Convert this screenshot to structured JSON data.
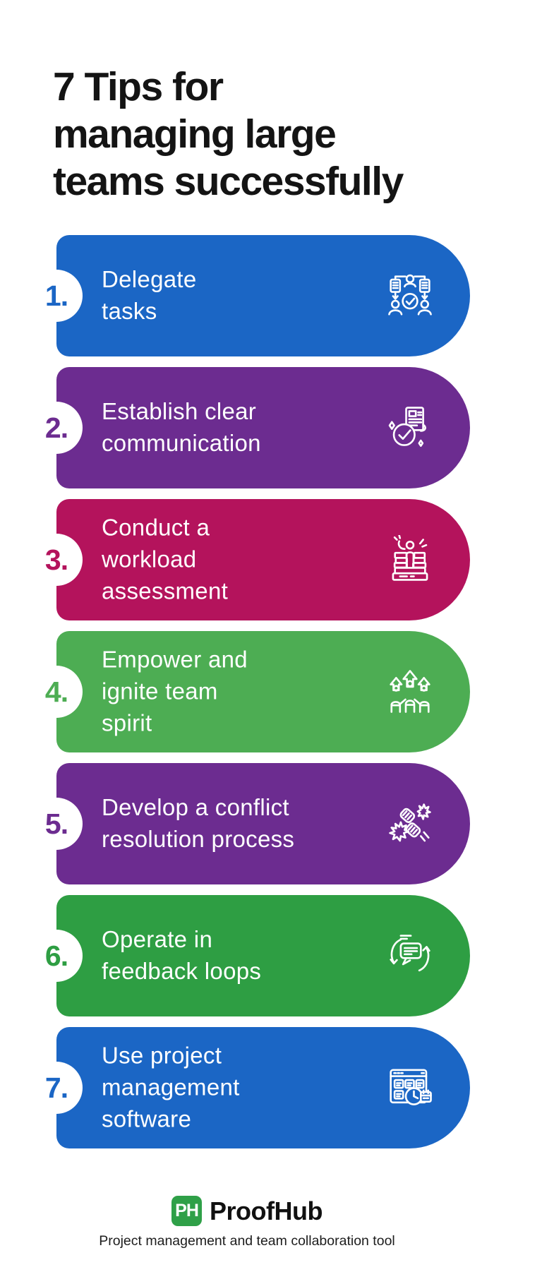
{
  "page": {
    "title": "7 Tips for\nmanaging large\nteams successfully"
  },
  "tips": [
    {
      "number": "1.",
      "label": "Delegate\ntasks",
      "color": "#1B66C5",
      "icon": "delegation-check-icon"
    },
    {
      "number": "2.",
      "label": "Establish clear\ncommunication",
      "color": "#6C2C90",
      "icon": "document-check-icon"
    },
    {
      "number": "3.",
      "label": "Conduct a\nworkload\nassessment",
      "color": "#B4135C",
      "icon": "workload-stack-icon"
    },
    {
      "number": "4.",
      "label": "Empower and\nignite team\nspirit",
      "color": "#4DAD53",
      "icon": "team-spirit-icon"
    },
    {
      "number": "5.",
      "label": "Develop a conflict\nresolution process",
      "color": "#6C2C90",
      "icon": "conflict-fists-icon"
    },
    {
      "number": "6.",
      "label": "Operate in\nfeedback loops",
      "color": "#2E9E43",
      "icon": "feedback-loop-icon"
    },
    {
      "number": "7.",
      "label": "Use project\nmanagement\nsoftware",
      "color": "#1B66C5",
      "icon": "pm-software-icon"
    }
  ],
  "footer": {
    "logo_text": "PH",
    "logo_color": "#2FA048",
    "brand": "ProofHub",
    "tagline": "Project management and team collaboration tool"
  }
}
